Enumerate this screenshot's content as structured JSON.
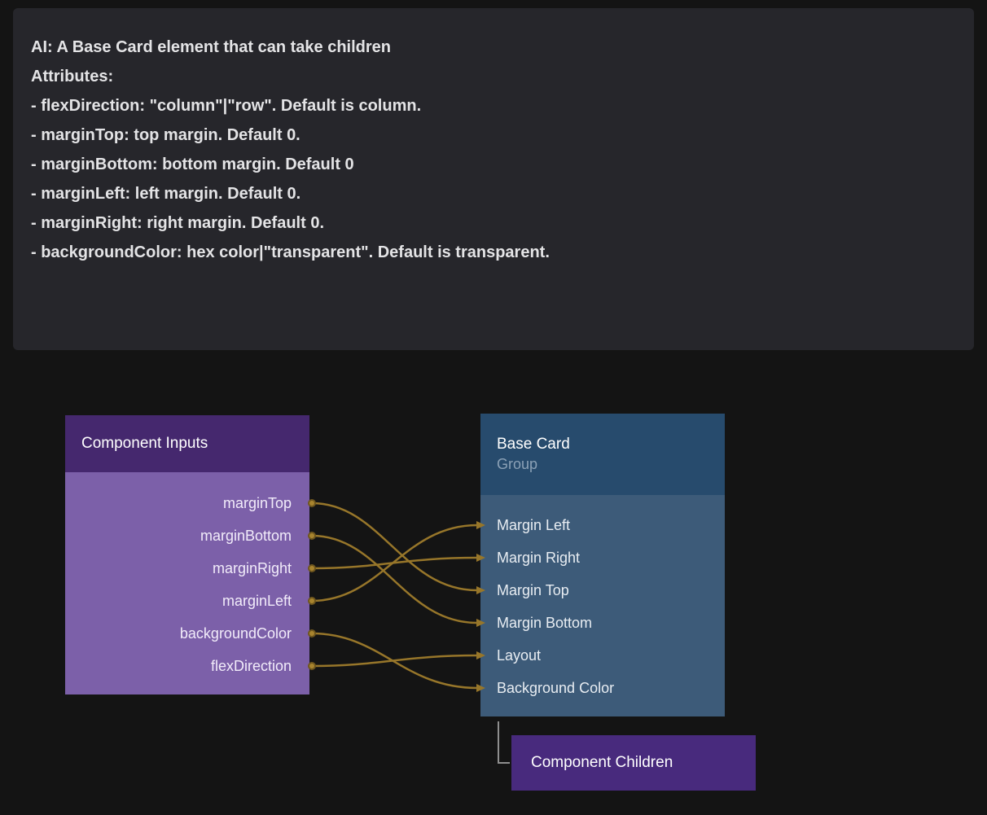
{
  "prompt_panel": {
    "lines": [
      "AI: A Base Card element that can take children",
      "Attributes:",
      "- flexDirection: \"column\"|\"row\". Default is column.",
      "- marginTop: top margin. Default 0.",
      "- marginBottom: bottom margin. Default 0",
      "- marginLeft: left margin. Default 0.",
      "- marginRight: right margin. Default 0.",
      "- backgroundColor: hex color|\"transparent\". Default is transparent."
    ]
  },
  "graph": {
    "inputs_node": {
      "title": "Component Inputs",
      "ports": [
        "marginTop",
        "marginBottom",
        "marginRight",
        "marginLeft",
        "backgroundColor",
        "flexDirection"
      ]
    },
    "base_card_node": {
      "title": "Base Card",
      "subtitle": "Group",
      "ports": [
        "Margin Left",
        "Margin Right",
        "Margin Top",
        "Margin Bottom",
        "Layout",
        "Background Color"
      ]
    },
    "children_node": {
      "title": "Component Children"
    },
    "edges": [
      {
        "from": "marginTop",
        "to": "Margin Top",
        "from_index": 0,
        "to_index": 2
      },
      {
        "from": "marginBottom",
        "to": "Margin Bottom",
        "from_index": 1,
        "to_index": 3
      },
      {
        "from": "marginRight",
        "to": "Margin Right",
        "from_index": 2,
        "to_index": 1
      },
      {
        "from": "marginLeft",
        "to": "Margin Left",
        "from_index": 3,
        "to_index": 0
      },
      {
        "from": "backgroundColor",
        "to": "Background Color",
        "from_index": 4,
        "to_index": 5
      },
      {
        "from": "flexDirection",
        "to": "Layout",
        "from_index": 5,
        "to_index": 4
      }
    ]
  },
  "colors": {
    "bg": "#141414",
    "panel_bg": "#26262b",
    "panel_text": "#e4e4e6",
    "inputs_header": "#45286e",
    "inputs_body": "#7c60a9",
    "basecard_header": "#274b6d",
    "basecard_body": "#3d5b79",
    "children_bg": "#482a7d",
    "edge": "#97762a",
    "port_fill": "#a8842e",
    "port_ring": "#6e561e",
    "elbow": "#8e8e8e",
    "subtitle": "#8ba1b6"
  }
}
